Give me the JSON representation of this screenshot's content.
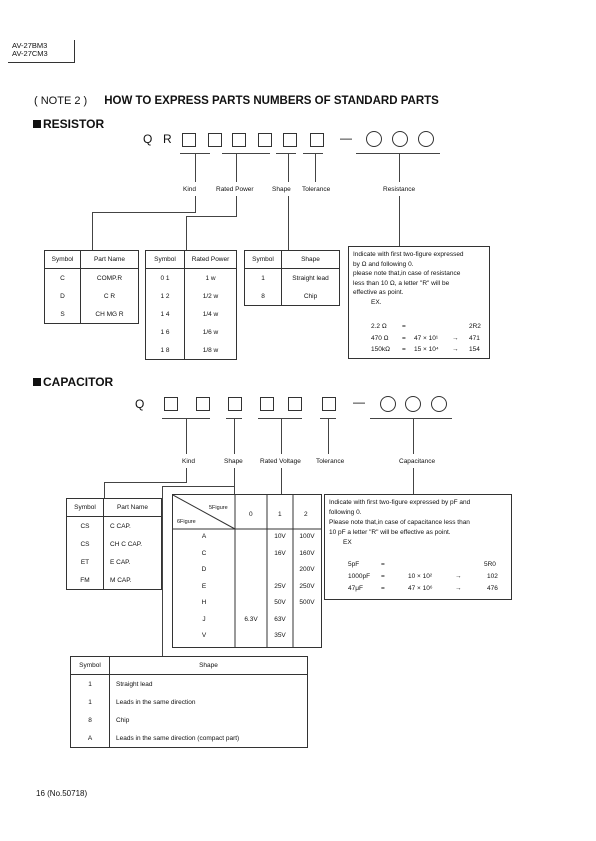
{
  "header": {
    "model1": "AV-27BM3",
    "model2": "AV-27CM3"
  },
  "note": {
    "label": "( NOTE 2 )",
    "title": "HOW TO EXPRESS PARTS NUMBERS OF STANDARD PARTS"
  },
  "resistor": {
    "title": "RESISTOR",
    "code_q": "Q",
    "code_r": "R",
    "dash": "—",
    "labels": {
      "kind": "Kind",
      "power": "Rated Power",
      "shape": "Shape",
      "tolerance": "Tolerance",
      "value": "Resistance"
    },
    "kind_table": {
      "headers": [
        "Symbol",
        "Part Name"
      ],
      "rows": [
        [
          "C",
          "COMP.R"
        ],
        [
          "D",
          "C R"
        ],
        [
          "S",
          "CH MG R"
        ]
      ]
    },
    "power_table": {
      "headers": [
        "Symbol",
        "Rated Power"
      ],
      "rows": [
        [
          "0 1",
          "1 w"
        ],
        [
          "1 2",
          "1/2 w"
        ],
        [
          "1 4",
          "1/4 w"
        ],
        [
          "1 6",
          "1/6 w"
        ],
        [
          "1 8",
          "1/8 w"
        ]
      ]
    },
    "shape_table": {
      "headers": [
        "Symbol",
        "Shape"
      ],
      "rows": [
        [
          "1",
          "Straight lead"
        ],
        [
          "8",
          "Chip"
        ]
      ]
    },
    "note": {
      "line1": "Indicate with first two-figure expressed",
      "line2": "by Ω and following 0.",
      "line3": "please note that,in case of resistance",
      "line4": "less than  10 Ω, a letter \"R\" will be",
      "line5": "effective as point.",
      "ex": "EX.",
      "rows": [
        [
          "2.2 Ω",
          "=",
          "",
          "",
          "2R2"
        ],
        [
          "470 Ω",
          "=",
          "47 × 10¹",
          "→",
          "471"
        ],
        [
          "150kΩ",
          "=",
          "15 × 10⁴",
          "→",
          "154"
        ]
      ]
    }
  },
  "capacitor": {
    "title": "CAPACITOR",
    "code_q": "Q",
    "dash": "—",
    "labels": {
      "kind": "Kind",
      "shape": "Shape",
      "voltage": "Rated Voltage",
      "tolerance": "Tolerance",
      "value": "Capacitance"
    },
    "kind_table": {
      "headers": [
        "Symbol",
        "Part Name"
      ],
      "rows": [
        [
          "CS",
          "C CAP."
        ],
        [
          "CS",
          "CH C CAP."
        ],
        [
          "ET",
          "E CAP."
        ],
        [
          "FM",
          "M CAP."
        ]
      ]
    },
    "voltage_table": {
      "corner_top": "5Figure",
      "corner_bottom": "6Figure",
      "cols": [
        "0",
        "1",
        "2"
      ],
      "rows": [
        [
          "A",
          "",
          "10V",
          "100V"
        ],
        [
          "C",
          "",
          "16V",
          "160V"
        ],
        [
          "D",
          "",
          "",
          "200V"
        ],
        [
          "E",
          "",
          "25V",
          "250V"
        ],
        [
          "H",
          "",
          "50V",
          "500V"
        ],
        [
          "J",
          "6.3V",
          "63V",
          ""
        ],
        [
          "V",
          "",
          "35V",
          ""
        ]
      ]
    },
    "note": {
      "line1": "Indicate with first two-figure expressed by pF and",
      "line2": "following 0.",
      "line3": "Please note that,in case of capacitance less than",
      "line4": "10 pF a letter \"R\" will be effective as point.",
      "ex": "EX",
      "rows": [
        [
          "5pF",
          "=",
          "",
          "",
          "5R0"
        ],
        [
          "1000pF",
          "=",
          "10 × 10²",
          "→",
          "102"
        ],
        [
          "47μF",
          "=",
          "47 × 10⁶",
          "→",
          "476"
        ]
      ]
    },
    "shape_table": {
      "headers": [
        "Symbol",
        "Shape"
      ],
      "rows": [
        [
          "1",
          "Straight lead"
        ],
        [
          "1",
          "Leads in the same direction"
        ],
        [
          "8",
          "Chip"
        ],
        [
          "A",
          "Leads in the same direction (compact part)"
        ]
      ]
    }
  },
  "footer": {
    "page": "16 (No.50718)"
  }
}
